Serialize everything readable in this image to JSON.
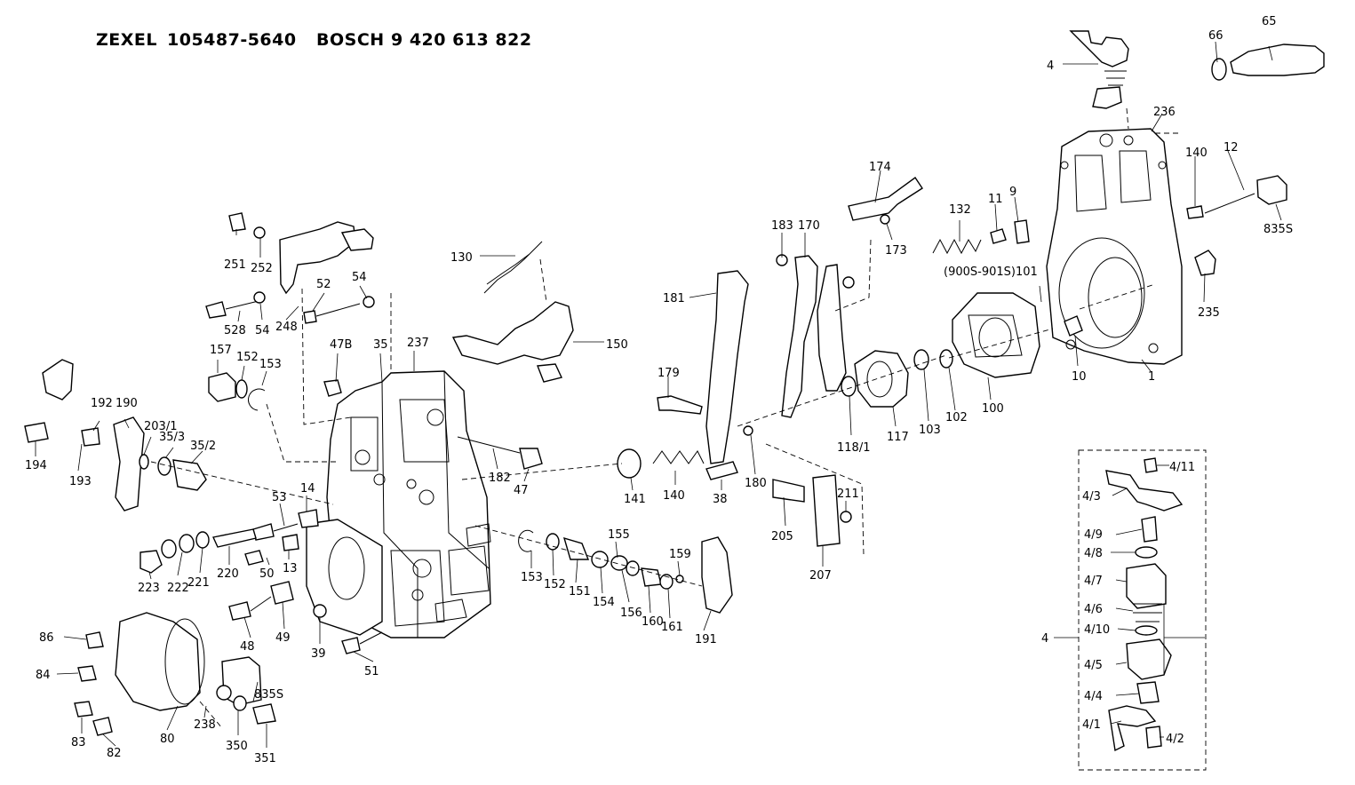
{
  "header": {
    "maker": "ZEXEL",
    "maker_number": "105487-5640",
    "oem": "BOSCH",
    "oem_number": "9 420 613 822"
  },
  "callouts": [
    {
      "id": "c1",
      "text": "4"
    },
    {
      "id": "c2",
      "text": "65"
    },
    {
      "id": "c3",
      "text": "66"
    },
    {
      "id": "c4",
      "text": "236"
    },
    {
      "id": "c5",
      "text": "140"
    },
    {
      "id": "c6",
      "text": "12"
    },
    {
      "id": "c7",
      "text": "835S"
    },
    {
      "id": "c8",
      "text": "174"
    },
    {
      "id": "c9",
      "text": "132"
    },
    {
      "id": "c10",
      "text": "11"
    },
    {
      "id": "c11",
      "text": "9"
    },
    {
      "id": "c12",
      "text": "183"
    },
    {
      "id": "c13",
      "text": "170"
    },
    {
      "id": "c14",
      "text": "173"
    },
    {
      "id": "c15",
      "text": "(900S-901S)101"
    },
    {
      "id": "c16",
      "text": "235"
    },
    {
      "id": "c17",
      "text": "130"
    },
    {
      "id": "c18",
      "text": "251"
    },
    {
      "id": "c19",
      "text": "252"
    },
    {
      "id": "c20",
      "text": "181"
    },
    {
      "id": "c21",
      "text": "150"
    },
    {
      "id": "c22",
      "text": "52"
    },
    {
      "id": "c23",
      "text": "54"
    },
    {
      "id": "c24",
      "text": "528"
    },
    {
      "id": "c25",
      "text": "54"
    },
    {
      "id": "c26",
      "text": "248"
    },
    {
      "id": "c27",
      "text": "47B"
    },
    {
      "id": "c28",
      "text": "35"
    },
    {
      "id": "c29",
      "text": "237"
    },
    {
      "id": "c30",
      "text": "157"
    },
    {
      "id": "c31",
      "text": "152"
    },
    {
      "id": "c32",
      "text": "153"
    },
    {
      "id": "c33",
      "text": "179"
    },
    {
      "id": "c34",
      "text": "10"
    },
    {
      "id": "c35",
      "text": "1"
    },
    {
      "id": "c36",
      "text": "100"
    },
    {
      "id": "c37",
      "text": "102"
    },
    {
      "id": "c38",
      "text": "103"
    },
    {
      "id": "c39",
      "text": "117"
    },
    {
      "id": "c40",
      "text": "118/1"
    },
    {
      "id": "c41",
      "text": "192"
    },
    {
      "id": "c42",
      "text": "190"
    },
    {
      "id": "c43",
      "text": "203/1"
    },
    {
      "id": "c44",
      "text": "35/3"
    },
    {
      "id": "c45",
      "text": "35/2"
    },
    {
      "id": "c46",
      "text": "194"
    },
    {
      "id": "c47",
      "text": "193"
    },
    {
      "id": "c48",
      "text": "182"
    },
    {
      "id": "c49",
      "text": "47"
    },
    {
      "id": "c50",
      "text": "141"
    },
    {
      "id": "c51",
      "text": "140"
    },
    {
      "id": "c52",
      "text": "38"
    },
    {
      "id": "c53",
      "text": "180"
    },
    {
      "id": "c54",
      "text": "211"
    },
    {
      "id": "c55",
      "text": "205"
    },
    {
      "id": "c56",
      "text": "207"
    },
    {
      "id": "c57",
      "text": "53"
    },
    {
      "id": "c58",
      "text": "14"
    },
    {
      "id": "c59",
      "text": "50"
    },
    {
      "id": "c60",
      "text": "13"
    },
    {
      "id": "c61",
      "text": "220"
    },
    {
      "id": "c62",
      "text": "223"
    },
    {
      "id": "c63",
      "text": "222"
    },
    {
      "id": "c64",
      "text": "221"
    },
    {
      "id": "c65",
      "text": "155"
    },
    {
      "id": "c66",
      "text": "159"
    },
    {
      "id": "c67",
      "text": "153"
    },
    {
      "id": "c68",
      "text": "152"
    },
    {
      "id": "c69",
      "text": "151"
    },
    {
      "id": "c70",
      "text": "154"
    },
    {
      "id": "c71",
      "text": "156"
    },
    {
      "id": "c72",
      "text": "160"
    },
    {
      "id": "c73",
      "text": "161"
    },
    {
      "id": "c74",
      "text": "191"
    },
    {
      "id": "c75",
      "text": "86"
    },
    {
      "id": "c76",
      "text": "84"
    },
    {
      "id": "c77",
      "text": "83"
    },
    {
      "id": "c78",
      "text": "82"
    },
    {
      "id": "c79",
      "text": "80"
    },
    {
      "id": "c80",
      "text": "238"
    },
    {
      "id": "c81",
      "text": "48"
    },
    {
      "id": "c82",
      "text": "49"
    },
    {
      "id": "c83",
      "text": "39"
    },
    {
      "id": "c84",
      "text": "51"
    },
    {
      "id": "c85",
      "text": "835S"
    },
    {
      "id": "c86",
      "text": "350"
    },
    {
      "id": "c87",
      "text": "351"
    },
    {
      "id": "c88",
      "text": "4/11"
    },
    {
      "id": "c89",
      "text": "4/3"
    },
    {
      "id": "c90",
      "text": "4/9"
    },
    {
      "id": "c91",
      "text": "4/8"
    },
    {
      "id": "c92",
      "text": "4/7"
    },
    {
      "id": "c93",
      "text": "4/6"
    },
    {
      "id": "c94",
      "text": "4/10"
    },
    {
      "id": "c95",
      "text": "4"
    },
    {
      "id": "c96",
      "text": "4/5"
    },
    {
      "id": "c97",
      "text": "4/4"
    },
    {
      "id": "c98",
      "text": "4/1"
    },
    {
      "id": "c99",
      "text": "4/2"
    }
  ]
}
